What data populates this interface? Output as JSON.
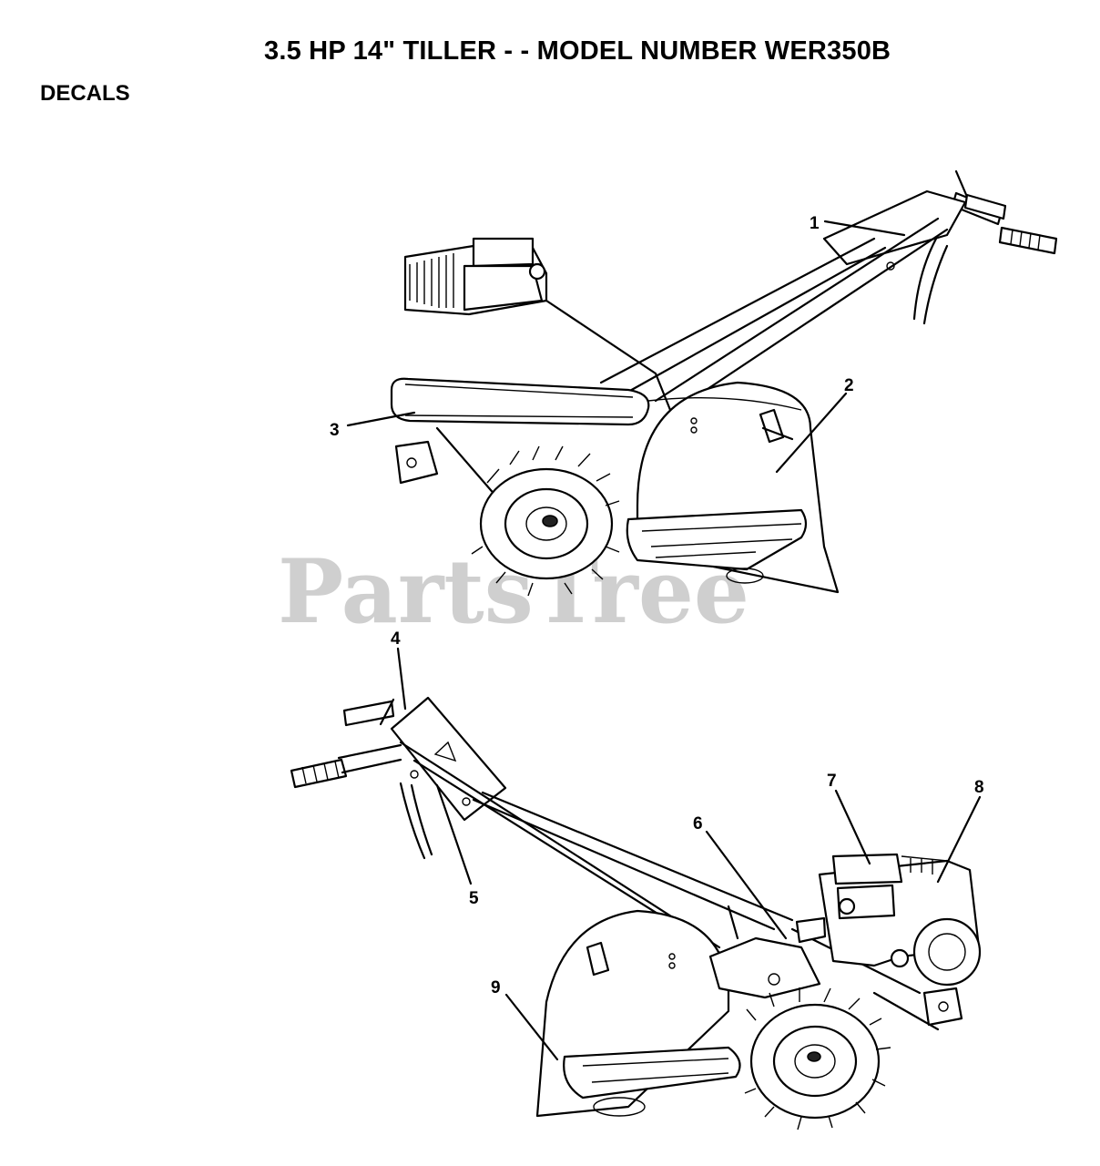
{
  "header": {
    "title": "3.5 HP 14\" TILLER - - MODEL NUMBER WER350B",
    "section": "DECALS"
  },
  "watermark": "PartsTree",
  "callouts": [
    "1",
    "2",
    "3",
    "4",
    "5",
    "6",
    "7",
    "8",
    "9"
  ]
}
